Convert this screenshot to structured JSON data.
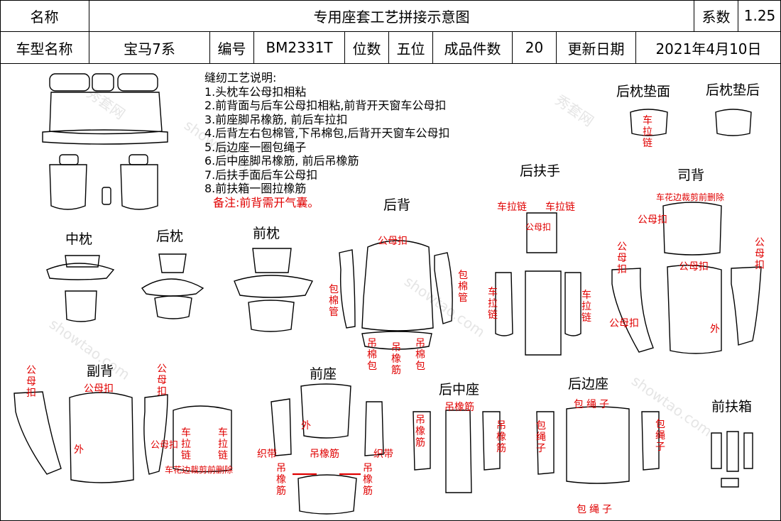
{
  "header": {
    "row1": {
      "name_label": "名称",
      "title": "专用座套工艺拼接示意图",
      "coef_label": "系数",
      "coef_value": "1.25"
    },
    "row2": {
      "model_label": "车型名称",
      "model_value": "宝马7系",
      "code_label": "编号",
      "code_value": "BM2331T",
      "seats_label": "位数",
      "seats_value": "五位",
      "pieces_label": "成品件数",
      "pieces_value": "20",
      "date_label": "更新日期",
      "date_value": "2021年4月10日"
    }
  },
  "notes": {
    "title": "缝纫工艺说明:",
    "items": [
      "1.头枕车公母扣相粘",
      "2.前背面与后车公母扣相粘,前背开天窗车公母扣",
      "3.前座脚吊橡筋, 前后车拉扣",
      "4.后背左右包棉管,下吊棉包,后背开天窗车公母扣",
      "5.后边座一圈包绳子",
      "6.后中座脚吊橡筋, 前后吊橡筋",
      "7.后扶手面后车公母扣",
      "8.前扶箱一圈拉橡筋"
    ],
    "remark": "备注:前背需开气囊。"
  },
  "sections": {
    "mid_headrest": "中枕",
    "rear_headrest": "后枕",
    "front_headrest": "前枕",
    "rear_back": "后背",
    "rear_armrest": "后扶手",
    "driver_back": "司背",
    "rear_pillow_face": "后枕垫面",
    "rear_pillow_back": "后枕垫后",
    "passenger_back": "副背",
    "front_seat": "前座",
    "rear_middle_seat": "后中座",
    "rear_side_seat": "后边座",
    "front_armbox": "前扶箱"
  },
  "annotations": {
    "snap": "公母扣",
    "zip": "车拉链",
    "cotton_tube": "包棉管",
    "hang_cotton": "吊棉包",
    "hang_elastic": "吊橡筋",
    "outer": "外",
    "webbing": "织带",
    "wrap_rope": "包绳子",
    "hang_elastic_h": "吊橡筋",
    "driver_note": "车花边裁剪前删除",
    "passenger_note": "车花边裁剪前删除",
    "pillow_zip": "车拉链"
  },
  "watermark": {
    "cn": "秀套网",
    "en": "showtao.com"
  },
  "colors": {
    "annotation": "#e00000",
    "line": "#000000"
  }
}
